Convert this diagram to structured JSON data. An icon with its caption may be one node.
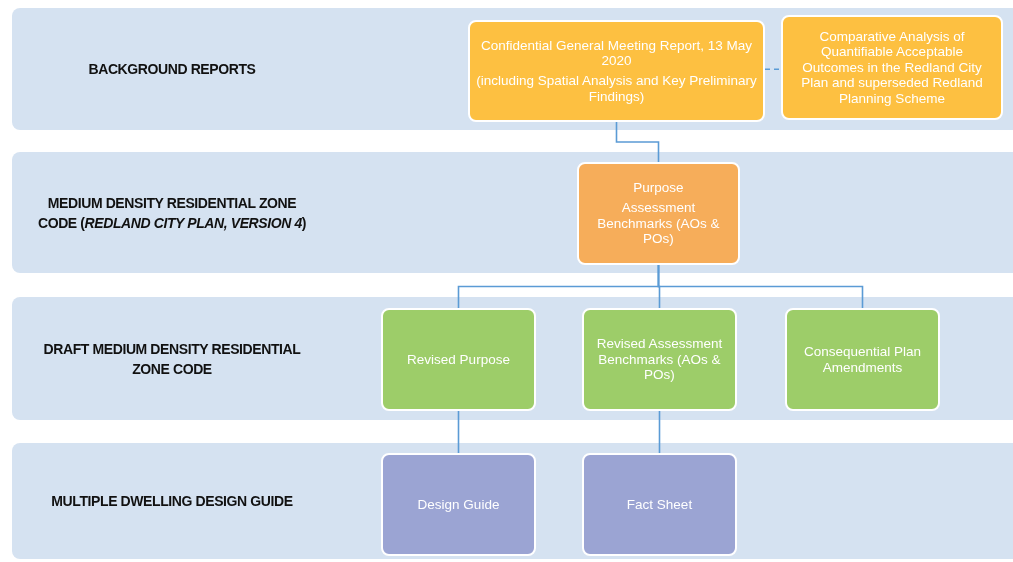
{
  "diagram": {
    "nodes": [
      {
        "text": [
          "BACKGROUND REPORTS"
        ]
      },
      {
        "text": [
          "Confidential General Meeting Report, 13 May 2020",
          "(including Spatial Analysis and Key Preliminary Findings)"
        ],
        "in": 0
      },
      {
        "text": [
          "Comparative Analysis of Quantifiable Acceptable Outcomes in the Redland City Plan and superseded Redland Planning Scheme"
        ],
        "in": 0
      },
      {
        "text": [
          "MEDIUM DENSITY RESIDENTIAL ZONE CODE (*REDLAND CITY PLAN, VERSION 4*)"
        ]
      },
      {
        "text": [
          "Purpose",
          "Assessment Benchmarks (AOs & POs)"
        ],
        "in": 3
      },
      {
        "text": [
          "DRAFT MEDIUM DENSITY RESIDENTIAL ZONE CODE"
        ]
      },
      {
        "text": [
          "Revised Purpose"
        ],
        "in": 5
      },
      {
        "text": [
          "Revised Assessment Benchmarks (AOs & POs)"
        ],
        "in": 5
      },
      {
        "text": [
          "Consequential Plan Amendments"
        ],
        "in": 5
      },
      {
        "text": [
          "MULTIPLE DWELLING DESIGN GUIDE"
        ]
      },
      {
        "text": [
          "Design Guide"
        ],
        "in": 9
      },
      {
        "text": [
          "Fact Sheet"
        ],
        "in": 9
      }
    ],
    "edges": [
      {
        "from": 1,
        "to": 2,
        "arrow": "none",
        "style": "dashed"
      },
      {
        "from": 1,
        "to": 4,
        "arrow": "none"
      },
      {
        "from": 4,
        "to": 6,
        "arrow": "none"
      },
      {
        "from": 4,
        "to": 7,
        "arrow": "none"
      },
      {
        "from": 4,
        "to": 8,
        "arrow": "none"
      },
      {
        "from": 6,
        "to": 10,
        "arrow": "none"
      },
      {
        "from": 7,
        "to": 11,
        "arrow": "none"
      }
    ]
  }
}
